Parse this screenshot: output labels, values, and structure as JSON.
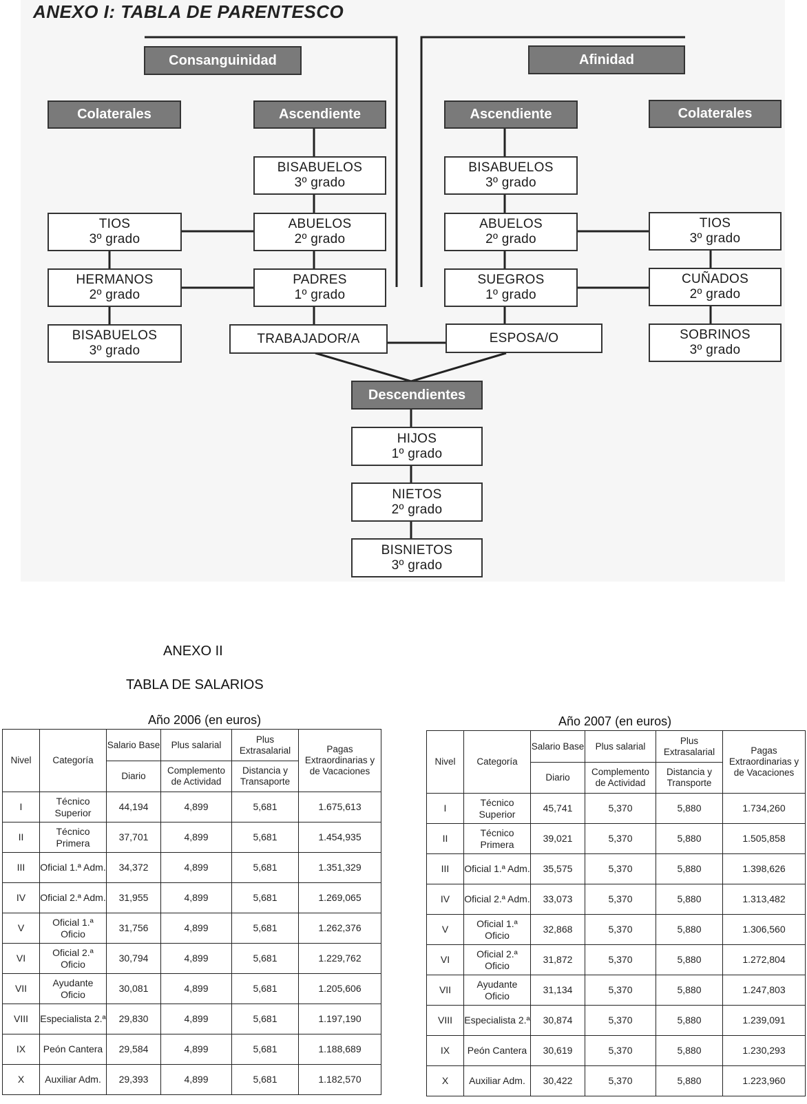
{
  "annex1": {
    "title": "ANEXO I: TABLA DE PARENTESCO",
    "headers": {
      "consanguinidad": "Consanguinidad",
      "afinidad": "Afinidad",
      "colaterales_left": "Colaterales",
      "ascendiente_left": "Ascendiente",
      "ascendiente_right": "Ascendiente",
      "colaterales_right": "Colaterales",
      "descendientes": "Descendientes"
    },
    "boxes": {
      "bisabuelos_left": {
        "name": "BISABUELOS",
        "grade": "3º grado"
      },
      "abuelos_left": {
        "name": "ABUELOS",
        "grade": "2º grado"
      },
      "padres": {
        "name": "PADRES",
        "grade": "1º grado"
      },
      "tios_left": {
        "name": "TIOS",
        "grade": "3º grado"
      },
      "hermanos": {
        "name": "HERMANOS",
        "grade": "2º grado"
      },
      "bisabuelos_col": {
        "name": "BISABUELOS",
        "grade": "3º grado"
      },
      "trabajador": {
        "name": "TRABAJADOR/A"
      },
      "esposa": {
        "name": "ESPOSA/O"
      },
      "bisabuelos_right": {
        "name": "BISABUELOS",
        "grade": "3º grado"
      },
      "abuelos_right": {
        "name": "ABUELOS",
        "grade": "2º grado"
      },
      "suegros": {
        "name": "SUEGROS",
        "grade": "1º grado"
      },
      "tios_right": {
        "name": "TIOS",
        "grade": "3º grado"
      },
      "cunados": {
        "name": "CUÑADOS",
        "grade": "2º grado"
      },
      "sobrinos": {
        "name": "SOBRINOS",
        "grade": "3º grado"
      },
      "hijos": {
        "name": "HIJOS",
        "grade": "1º grado"
      },
      "nietos": {
        "name": "NIETOS",
        "grade": "2º grado"
      },
      "bisnietos": {
        "name": "BISNIETOS",
        "grade": "3º grado"
      }
    }
  },
  "annex2": {
    "label": "ANEXO II",
    "title": "TABLA DE SALARIOS",
    "tables": [
      {
        "caption": "Año 2006 (en euros)",
        "headers": {
          "nivel": "Nivel",
          "categoria": "Categoría",
          "salario_base": "Salario Base",
          "diario": "Diario",
          "plus_salarial": "Plus salarial",
          "complemento": "Complemento de Actividad",
          "plus_extrasalarial": "Plus Extrasalarial",
          "distancia": "Distancia y Transaporte",
          "pagas": "Pagas Extraordinarias y de Vacaciones"
        },
        "rows": [
          {
            "nivel": "I",
            "categoria": "Técnico Superior",
            "diario": "44,194",
            "complemento": "4,899",
            "distancia": "5,681",
            "pagas": "1.675,613"
          },
          {
            "nivel": "II",
            "categoria": "Técnico Primera",
            "diario": "37,701",
            "complemento": "4,899",
            "distancia": "5,681",
            "pagas": "1.454,935"
          },
          {
            "nivel": "III",
            "categoria": "Oficial 1.ª Adm.",
            "diario": "34,372",
            "complemento": "4,899",
            "distancia": "5,681",
            "pagas": "1.351,329"
          },
          {
            "nivel": "IV",
            "categoria": "Oficial 2.ª Adm.",
            "diario": "31,955",
            "complemento": "4,899",
            "distancia": "5,681",
            "pagas": "1.269,065"
          },
          {
            "nivel": "V",
            "categoria": "Oficial 1.ª Oficio",
            "diario": "31,756",
            "complemento": "4,899",
            "distancia": "5,681",
            "pagas": "1.262,376"
          },
          {
            "nivel": "VI",
            "categoria": "Oficial 2.ª Oficio",
            "diario": "30,794",
            "complemento": "4,899",
            "distancia": "5,681",
            "pagas": "1.229,762"
          },
          {
            "nivel": "VII",
            "categoria": "Ayudante Oficio",
            "diario": "30,081",
            "complemento": "4,899",
            "distancia": "5,681",
            "pagas": "1.205,606"
          },
          {
            "nivel": "VIII",
            "categoria": "Especialista 2.ª",
            "diario": "29,830",
            "complemento": "4,899",
            "distancia": "5,681",
            "pagas": "1.197,190"
          },
          {
            "nivel": "IX",
            "categoria": "Peón Cantera",
            "diario": "29,584",
            "complemento": "4,899",
            "distancia": "5,681",
            "pagas": "1.188,689"
          },
          {
            "nivel": "X",
            "categoria": "Auxiliar Adm.",
            "diario": "29,393",
            "complemento": "4,899",
            "distancia": "5,681",
            "pagas": "1.182,570"
          }
        ]
      },
      {
        "caption": "Año 2007 (en euros)",
        "headers": {
          "nivel": "Nivel",
          "categoria": "Categoría",
          "salario_base": "Salario Base",
          "diario": "Diario",
          "plus_salarial": "Plus salarial",
          "complemento": "Complemento de Actividad",
          "plus_extrasalarial": "Plus Extrasalarial",
          "distancia": "Distancia y Transporte",
          "pagas": "Pagas Extraordinarias y de Vacaciones"
        },
        "rows": [
          {
            "nivel": "I",
            "categoria": "Técnico Superior",
            "diario": "45,741",
            "complemento": "5,370",
            "distancia": "5,880",
            "pagas": "1.734,260"
          },
          {
            "nivel": "II",
            "categoria": "Técnico Primera",
            "diario": "39,021",
            "complemento": "5,370",
            "distancia": "5,880",
            "pagas": "1.505,858"
          },
          {
            "nivel": "III",
            "categoria": "Oficial 1.ª Adm.",
            "diario": "35,575",
            "complemento": "5,370",
            "distancia": "5,880",
            "pagas": "1.398,626"
          },
          {
            "nivel": "IV",
            "categoria": "Oficial 2.ª Adm.",
            "diario": "33,073",
            "complemento": "5,370",
            "distancia": "5,880",
            "pagas": "1.313,482"
          },
          {
            "nivel": "V",
            "categoria": "Oficial 1.ª Oficio",
            "diario": "32,868",
            "complemento": "5,370",
            "distancia": "5,880",
            "pagas": "1.306,560"
          },
          {
            "nivel": "VI",
            "categoria": "Oficial 2.ª Oficio",
            "diario": "31,872",
            "complemento": "5,370",
            "distancia": "5,880",
            "pagas": "1.272,804"
          },
          {
            "nivel": "VII",
            "categoria": "Ayudante Oficio",
            "diario": "31,134",
            "complemento": "5,370",
            "distancia": "5,880",
            "pagas": "1.247,803"
          },
          {
            "nivel": "VIII",
            "categoria": "Especialista 2.ª",
            "diario": "30,874",
            "complemento": "5,370",
            "distancia": "5,880",
            "pagas": "1.239,091"
          },
          {
            "nivel": "IX",
            "categoria": "Peón Cantera",
            "diario": "30,619",
            "complemento": "5,370",
            "distancia": "5,880",
            "pagas": "1.230,293"
          },
          {
            "nivel": "X",
            "categoria": "Auxiliar Adm.",
            "diario": "30,422",
            "complemento": "5,370",
            "distancia": "5,880",
            "pagas": "1.223,960"
          }
        ]
      }
    ]
  }
}
